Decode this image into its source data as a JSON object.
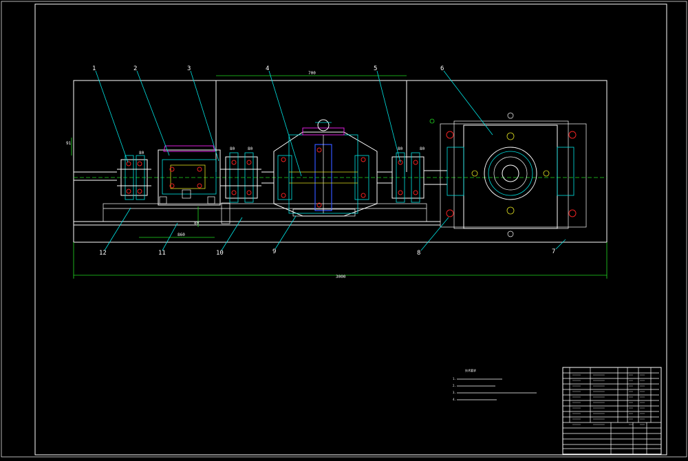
{
  "drawing": {
    "balloons": [
      "1",
      "2",
      "3",
      "4",
      "5",
      "6",
      "7",
      "8",
      "9",
      "10",
      "11",
      "12"
    ],
    "dimensions": {
      "span_top": "700",
      "overall_bottom": "3000",
      "base_length": "860",
      "left_height": "91",
      "base_offset": "80",
      "flange_a": "80",
      "flange_b": "80",
      "flange_c": "80",
      "flange_d": "80",
      "flange_e": "80"
    },
    "notes": {
      "heading": "技术要求",
      "lines": [
        "1.",
        "2.",
        "3.",
        "4."
      ]
    },
    "title_block": {
      "cells": [
        "",
        "",
        "",
        ""
      ]
    }
  },
  "colors": {
    "background": "#000000",
    "frame": "#ffffff",
    "leader": "#00e5e5",
    "center": "#22dd22",
    "motor": "#3355ff",
    "bolt": "#e22222"
  }
}
